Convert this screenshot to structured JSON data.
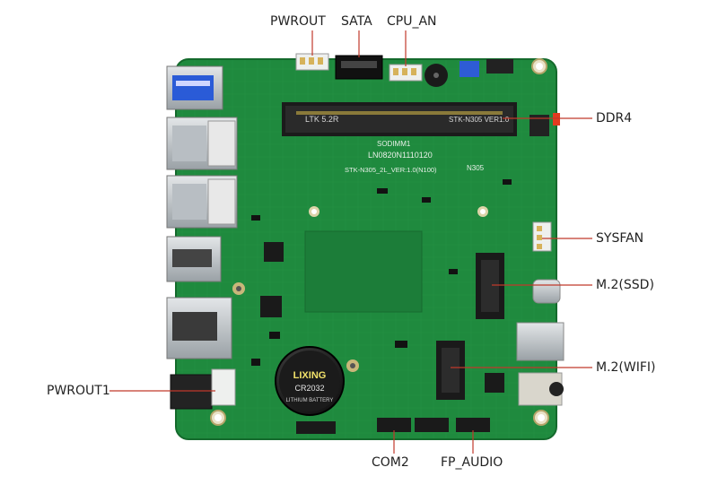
{
  "diagram": {
    "callouts_top": [
      {
        "id": "pwrout",
        "label": "PWROUT"
      },
      {
        "id": "sata",
        "label": "SATA"
      },
      {
        "id": "cpu_fan",
        "label": "CPU_AN"
      }
    ],
    "callouts_right": [
      {
        "id": "ddr4",
        "label": "DDR4"
      },
      {
        "id": "sysfan",
        "label": "SYSFAN"
      },
      {
        "id": "m2_ssd",
        "label": "M.2(SSD)"
      },
      {
        "id": "m2_wifi",
        "label": "M.2(WIFI)"
      }
    ],
    "callouts_left": [
      {
        "id": "pwrout1",
        "label": "PWROUT1"
      }
    ],
    "callouts_bottom": [
      {
        "id": "com2",
        "label": "COM2"
      },
      {
        "id": "fp_audio",
        "label": "FP_AUDIO"
      }
    ],
    "board_silkscreen": {
      "model": "STK-N305 VER1.0",
      "lot": "LN0820N1110120",
      "ram_slot": "SODIMM1",
      "ram_text": "LTK 5.2R",
      "cpu": "N305",
      "side_code": "STK-N305_2L_VER:1.0(N100)",
      "battery_brand": "LIXING",
      "battery_model": "CR2032",
      "battery_type": "LITHIUM BATTERY"
    },
    "colors": {
      "pcb": "#1f8a3e",
      "pcb_dark": "#156b2e",
      "trace": "#2aa04c",
      "metal": "#c9cdd1",
      "line": "#c0392b",
      "connector_white": "#eef0ee"
    }
  }
}
